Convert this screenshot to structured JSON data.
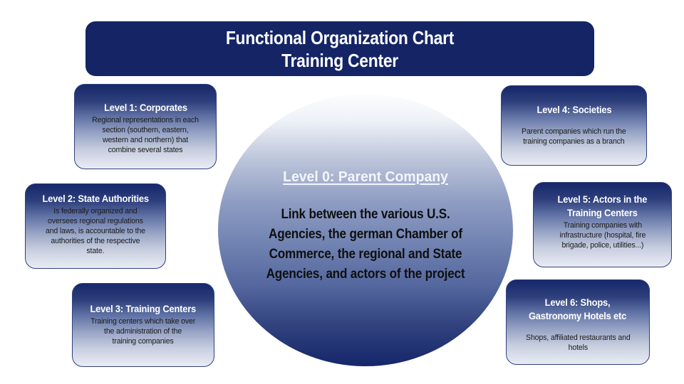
{
  "banner": {
    "text": "Functional Organization Chart\nTraining Center"
  },
  "center_circle": {
    "heading": "Level 0: Parent Company",
    "body": "Link between the various U.S.\nAgencies, the german Chamber of\nCommerce, the regional and State\nAgencies, and actors of the project"
  },
  "boxes": [
    {
      "title": "Level 1: Corporates",
      "body": "Regional representations in each\nsection (southern, eastern,\nwestern and northern) that\ncombine several states"
    },
    {
      "title": "Level 2: State Authorities",
      "body": "Is federally organized and\noversees regional regulations\nand laws, is accountable to the\nauthorities of the respective\nstate."
    },
    {
      "title": "Level 3: Training Centers",
      "body": "Training centers which take over\nthe administration of the\ntraining companies"
    },
    {
      "title": "Level 4: Societies",
      "body": "Parent companies which run the\ntraining companies as a branch"
    },
    {
      "title": "Level 5: Actors in the\nTraining Centers",
      "body": "Training companies with\ninfrastructure (hospital, fire\nbrigade, police, utilities...)"
    },
    {
      "title": "Level 6: Shops,\nGastronomy Hotels etc",
      "body": "Shops, affiliated restaurants and\nhotels"
    }
  ],
  "colors": {
    "banner_navy": "#142465",
    "box_navy_top": "#16276b",
    "box_light_bottom": "#e9ecf4",
    "box_border": "#31417b",
    "circle_top": "#fdfdfe",
    "circle_bottom": "#15266a",
    "title_text": "#ffffff",
    "body_text": "#1b1b1b",
    "background": "#ffffff"
  }
}
